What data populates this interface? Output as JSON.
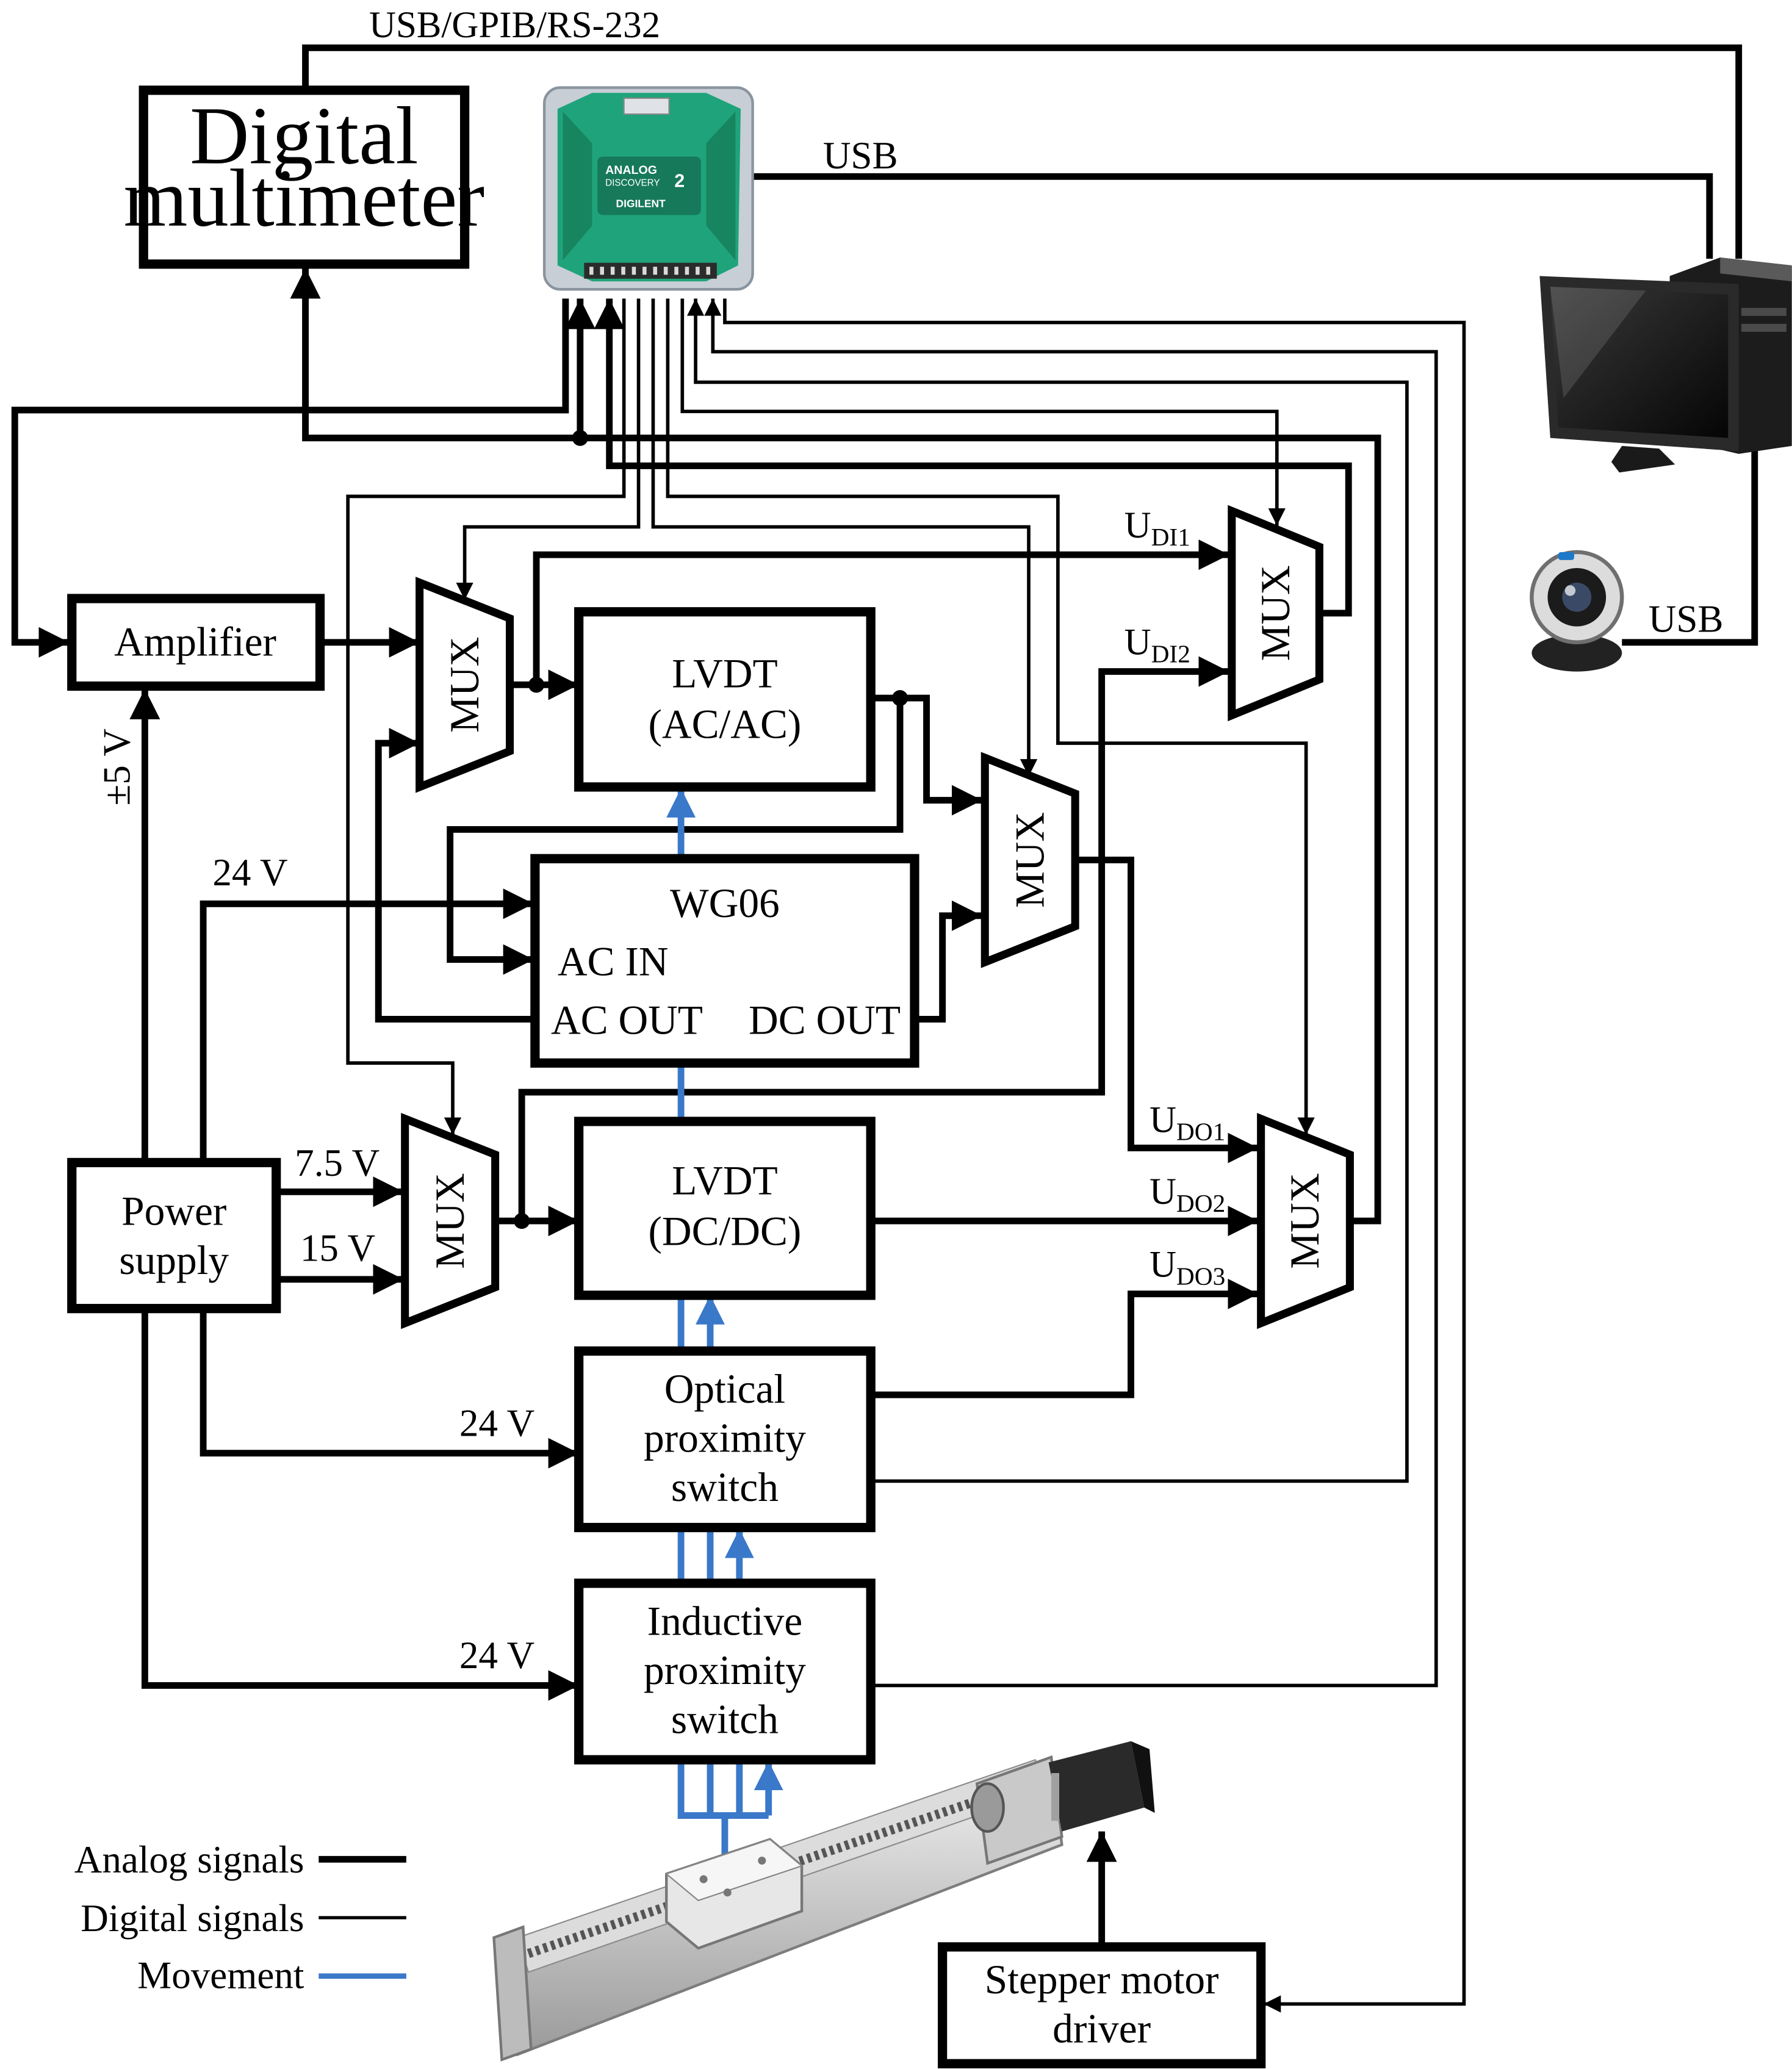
{
  "blocks": {
    "digital_multimeter": [
      "Digital",
      "multimeter"
    ],
    "amplifier": "Amplifier",
    "lvdt_ac": [
      "LVDT",
      "(AC/AC)"
    ],
    "wg06": {
      "title": "WG06",
      "ac_in": "AC IN",
      "ac_out": "AC OUT",
      "dc_out": "DC OUT"
    },
    "lvdt_dc": [
      "LVDT",
      "(DC/DC)"
    ],
    "power_supply": [
      "Power",
      "supply"
    ],
    "optical_switch": [
      "Optical",
      "proximity",
      "switch"
    ],
    "inductive_switch": [
      "Inductive",
      "proximity",
      "switch"
    ],
    "stepper_driver": [
      "Stepper motor",
      "driver"
    ],
    "mux": "MUX"
  },
  "device_logo": {
    "line1": "ANALOG",
    "line2": "DISCOVERY",
    "badge": "2",
    "brand": "DIGILENT"
  },
  "connections": {
    "usb_gpib": "USB/GPIB/RS-232",
    "usb_device": "USB",
    "usb_camera": "USB",
    "v_amp": "±5 V",
    "v24_wg": "24 V",
    "v75": "7.5 V",
    "v15": "15 V",
    "v24_opt": "24 V",
    "v24_ind": "24 V"
  },
  "signals": {
    "udi1": {
      "base": "U",
      "sub": "DI1"
    },
    "udi2": {
      "base": "U",
      "sub": "DI2"
    },
    "udo1": {
      "base": "U",
      "sub": "DO1"
    },
    "udo2": {
      "base": "U",
      "sub": "DO2"
    },
    "udo3": {
      "base": "U",
      "sub": "DO3"
    }
  },
  "legend": {
    "analog": "Analog signals",
    "digital": "Digital signals",
    "movement": "Movement"
  },
  "colors": {
    "movement": "#3a78c9",
    "device": "#1fa37a"
  }
}
